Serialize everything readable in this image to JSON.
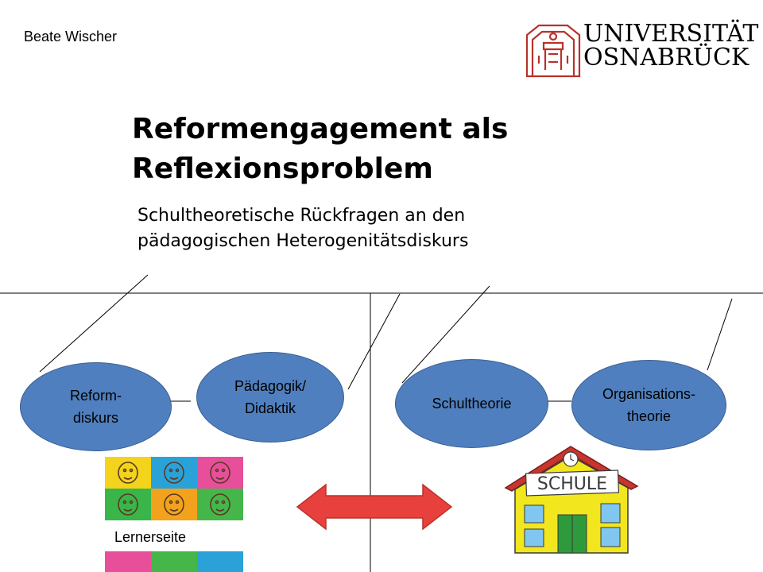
{
  "header": {
    "author": "Beate Wischer",
    "logo": {
      "line1": "UNIVERSITÄT",
      "line2": "OSNABRÜCK",
      "accent": "#b8322a"
    }
  },
  "title": {
    "line1": "Reformengagement als",
    "line2": "Reflexionsproblem"
  },
  "subtitle": {
    "line1": "Schultheoretische Rückfragen an den",
    "line2": "pädagogischen Heterogenitätsdiskurs"
  },
  "diagram": {
    "nodes": [
      {
        "line1": "Reform-",
        "line2": "diskurs"
      },
      {
        "line1": "Pädagogik/",
        "line2": "Didaktik"
      },
      {
        "line1": "Schultheorie",
        "line2": ""
      },
      {
        "line1": "Organisations-",
        "line2": "theorie"
      }
    ],
    "node_color": "#4f7fbe",
    "arrow_color": "#e8413d"
  },
  "learner": {
    "caption": "Lernerseite"
  },
  "school": {
    "sign": "SCHULE",
    "wall_color": "#f2e61e",
    "roof_color": "#c9352e",
    "door_color": "#2f9a3c"
  }
}
